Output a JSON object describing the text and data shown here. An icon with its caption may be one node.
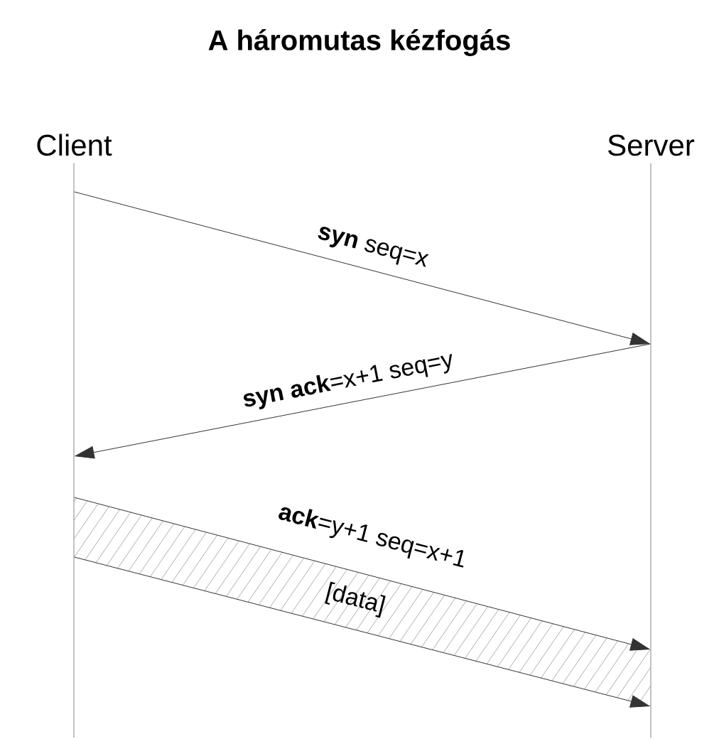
{
  "diagram": {
    "title": "A háromutas kézfogás",
    "nodes": [
      {
        "text": [
          "Client"
        ]
      },
      {
        "text": [
          "Server"
        ]
      }
    ],
    "edges": [
      {
        "from": 0,
        "to": 1,
        "arrow": "to",
        "label": "**syn** seq=x"
      },
      {
        "from": 1,
        "to": 0,
        "arrow": "to",
        "label": "**syn ack**=x+1 seq=y"
      },
      {
        "from": 0,
        "to": 1,
        "arrow": "to",
        "label": "**ack**=y+1 seq=x+1"
      },
      {
        "from": 0,
        "to": 1,
        "arrow": "to",
        "label": "[data]"
      }
    ]
  }
}
